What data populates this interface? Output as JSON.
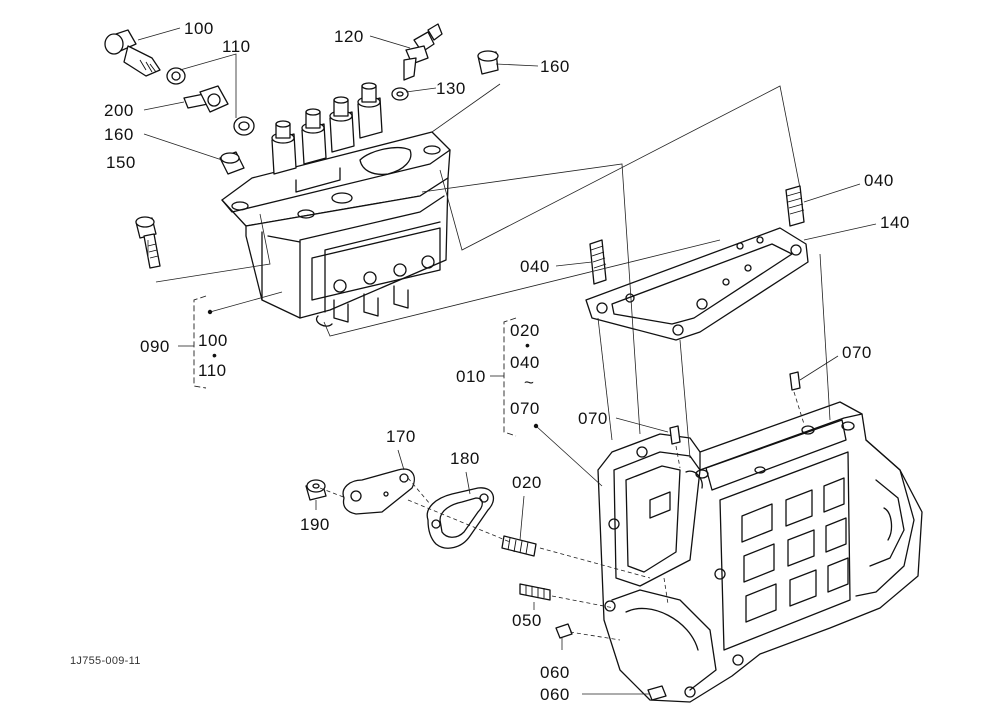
{
  "diagram": {
    "drawing_code": "1J755-009-11",
    "callouts": {
      "c100": "100",
      "c110": "110",
      "c120": "120",
      "c160a": "160",
      "c130": "130",
      "c200": "200",
      "c160b": "160",
      "c150": "150",
      "c040a": "040",
      "c140": "140",
      "c040b": "040",
      "c090": "090",
      "c100b": "100",
      "c110b": "110",
      "c020a": "020",
      "c040c": "040",
      "c070a": "070",
      "c010": "010",
      "c070b": "070",
      "c070c": "070",
      "c170": "170",
      "c180": "180",
      "c020b": "020",
      "c190": "190",
      "c050": "050",
      "c060a": "060",
      "c060b": "060"
    },
    "symbols": {
      "tilde": "~",
      "mid_dot": "•"
    }
  }
}
